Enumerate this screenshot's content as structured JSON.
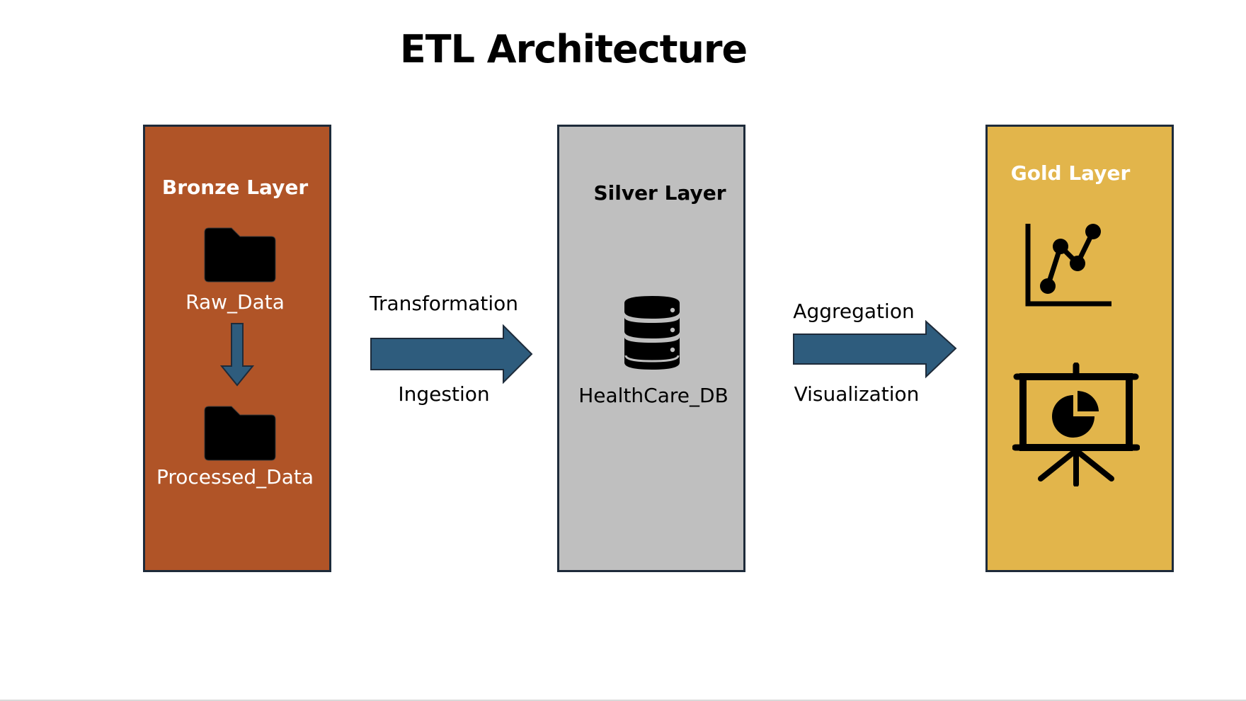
{
  "title": "ETL Architecture",
  "colors": {
    "bronze": "#b05427",
    "silver": "#bfbfbf",
    "gold": "#e2b54b",
    "arrow": "#2e5c7d",
    "border": "#1e2b3a"
  },
  "layers": {
    "bronze": {
      "title": "Bronze Layer",
      "folders": [
        "Raw_Data",
        "Processed_Data"
      ],
      "icons": [
        "folder-icon",
        "down-arrow-icon",
        "folder-icon"
      ]
    },
    "silver": {
      "title": "Silver Layer",
      "database": "HealthCare_DB",
      "icons": [
        "database-icon"
      ]
    },
    "gold": {
      "title": "Gold Layer",
      "icons": [
        "line-chart-icon",
        "presentation-pie-chart-icon"
      ]
    }
  },
  "flows": {
    "bronze_to_silver": {
      "top_label": "Transformation",
      "bottom_label": "Ingestion"
    },
    "silver_to_gold": {
      "top_label": "Aggregation",
      "bottom_label": "Visualization"
    }
  }
}
